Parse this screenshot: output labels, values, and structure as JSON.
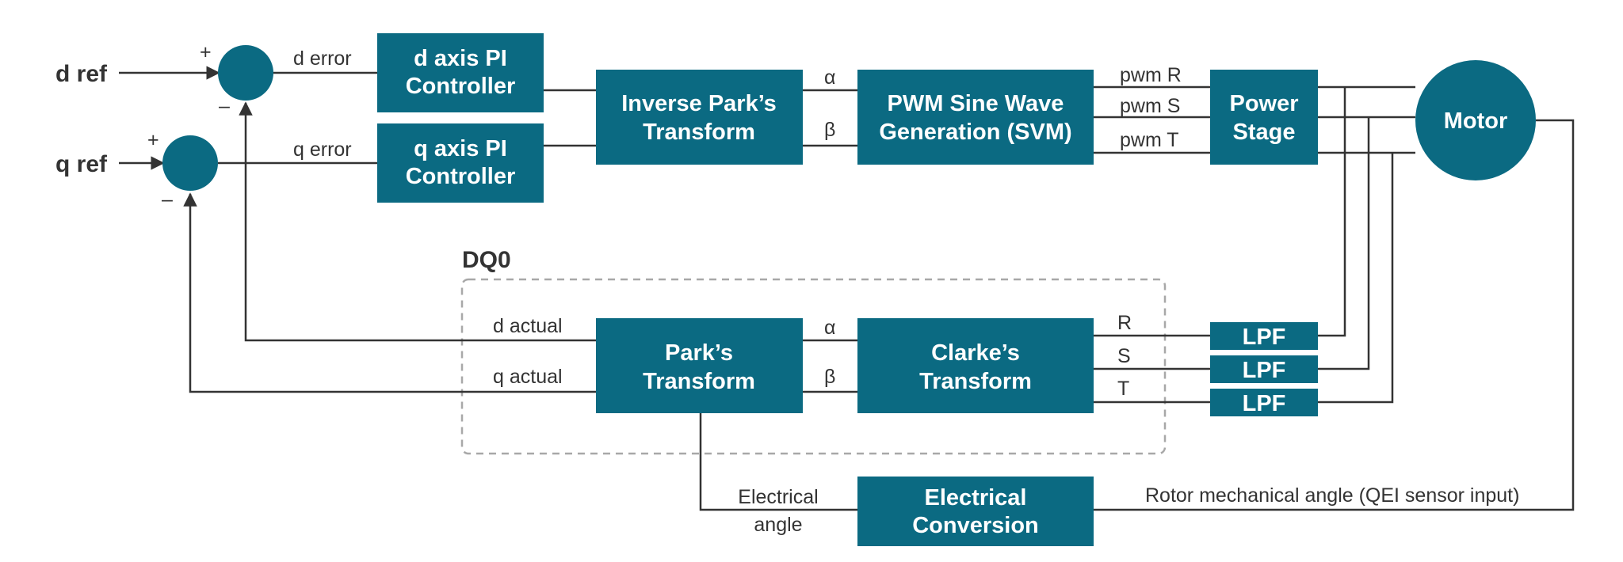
{
  "inputs": {
    "d_ref": "d ref",
    "q_ref": "q ref",
    "plus": "+",
    "minus": "–"
  },
  "signals": {
    "d_error": "d error",
    "q_error": "q error",
    "alpha": "α",
    "beta": "β",
    "pwm_r": "pwm R",
    "pwm_s": "pwm S",
    "pwm_t": "pwm T",
    "d_actual": "d actual",
    "q_actual": "q actual",
    "r": "R",
    "s": "S",
    "t": "T",
    "electrical_angle_line1": "Electrical",
    "electrical_angle_line2": "angle",
    "rotor_angle": "Rotor mechanical angle (QEI sensor input)"
  },
  "blocks": {
    "d_pi_line1": "d axis PI",
    "d_pi_line2": "Controller",
    "q_pi_line1": "q axis PI",
    "q_pi_line2": "Controller",
    "inv_park_line1": "Inverse Park’s",
    "inv_park_line2": "Transform",
    "pwm_line1": "PWM Sine Wave",
    "pwm_line2": "Generation (SVM)",
    "power_line1": "Power",
    "power_line2": "Stage",
    "motor": "Motor",
    "park_line1": "Park’s",
    "park_line2": "Transform",
    "clarke_line1": "Clarke’s",
    "clarke_line2": "Transform",
    "lpf": "LPF",
    "elec_conv_line1": "Electrical",
    "elec_conv_line2": "Conversion"
  },
  "group": {
    "dq0": "DQ0"
  },
  "colors": {
    "block": "#0b6a82",
    "wire": "#333333",
    "dashed_border": "#a8a8a8"
  }
}
